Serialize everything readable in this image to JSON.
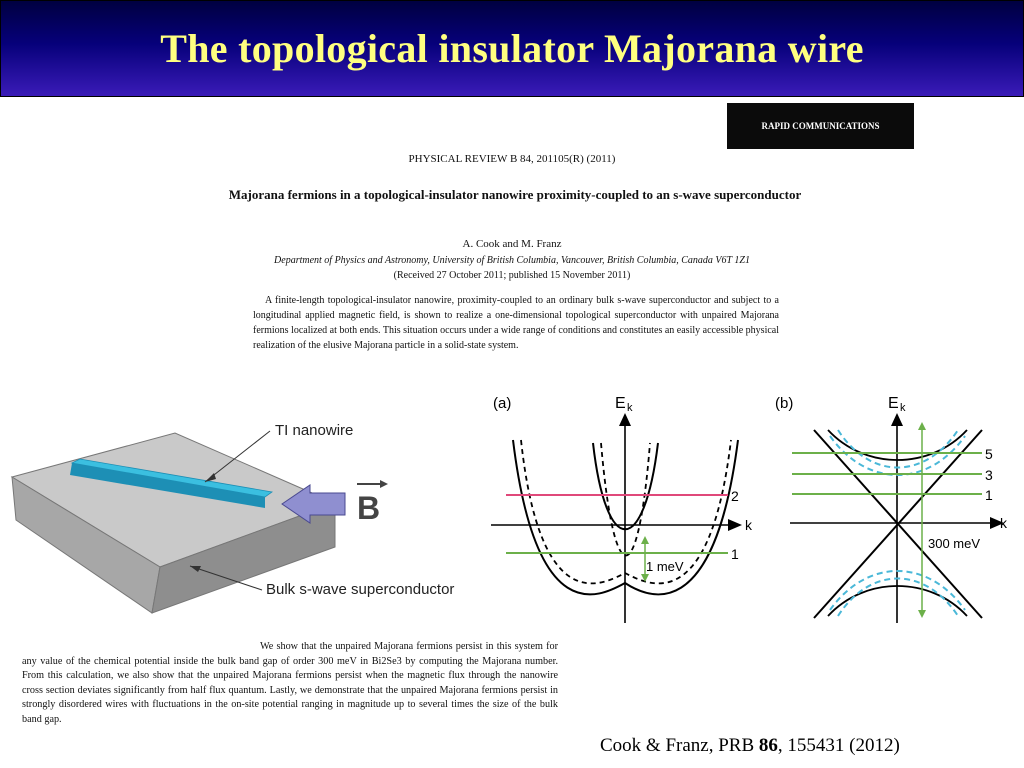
{
  "slide": {
    "title": "The topological insulator Majorana wire",
    "citation": {
      "prefix": "Cook & Franz, PRB ",
      "volume": "86",
      "suffix": ", 155431 (2012)"
    }
  },
  "paper": {
    "banner": "RAPID COMMUNICATIONS",
    "journal_line": "PHYSICAL REVIEW B 84, 201105(R) (2011)",
    "title": "Majorana fermions in a topological-insulator nanowire proximity-coupled to an s-wave superconductor",
    "authors": "A. Cook and M. Franz",
    "affiliation": "Department of Physics and Astronomy, University of British Columbia, Vancouver, British Columbia, Canada V6T 1Z1",
    "received": "(Received 27 October 2011; published 15 November 2011)",
    "abstract": "A finite-length topological-insulator nanowire, proximity-coupled to an ordinary bulk s-wave superconductor and subject to a longitudinal applied magnetic field, is shown to realize a one-dimensional topological superconductor with unpaired Majorana fermions localized at both ends. This situation occurs under a wide range of conditions and constitutes an easily accessible physical realization of the elusive Majorana particle in a solid-state system.",
    "body_text": "We show that the unpaired Majorana fermions persist in this system for any value of the chemical potential inside the bulk band gap of order 300 meV in Bi2Se3 by computing the Majorana number. From this calculation, we also show that the unpaired Majorana fermions persist when the magnetic flux through the nanowire cross section deviates significantly from half flux quantum. Lastly, we demonstrate that the unpaired Majorana fermions persist in strongly disordered wires with fluctuations in the on-site potential ranging in magnitude up to several times the size of the bulk band gap."
  },
  "figures": {
    "device": {
      "nanowire_label": "TI nanowire",
      "substrate_label": "Bulk s-wave superconductor",
      "field_label": "B",
      "colors": {
        "nanowire": "#3bbfe0",
        "block_top": "#c9c9c9",
        "block_side": "#9a9a9a",
        "arrow": "#8f8fd0"
      }
    },
    "panel_a": {
      "panel_label": "(a)",
      "y_axis": "E",
      "y_sub": "k",
      "x_axis": "k",
      "line2_label": "2",
      "line1_label": "1",
      "gap_label": "1 meV",
      "colors": {
        "line2": "#e0487a",
        "line1": "#6cb04a"
      }
    },
    "panel_b": {
      "panel_label": "(b)",
      "y_axis": "E",
      "y_sub": "k",
      "x_axis": "k",
      "line_labels": [
        "5",
        "3",
        "1"
      ],
      "gap_label": "300 meV",
      "colors": {
        "levels": "#6cb04a",
        "dashed": "#4ab8d8"
      }
    }
  }
}
